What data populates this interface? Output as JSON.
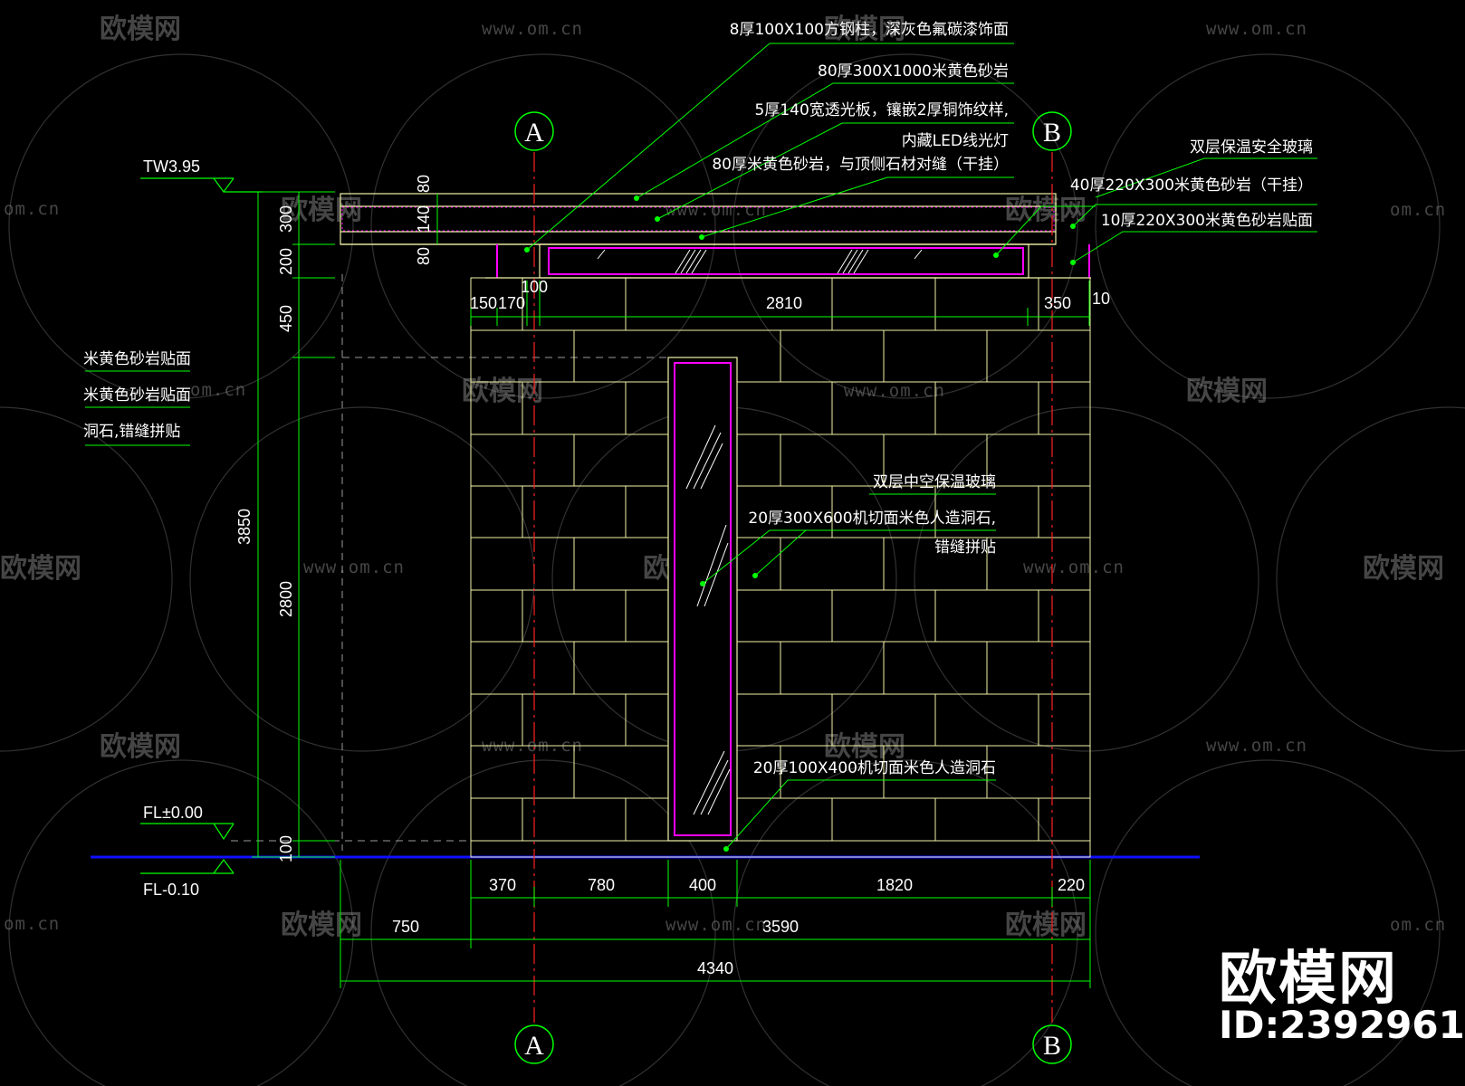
{
  "colors": {
    "background": "#000000",
    "leader": "#00ff00",
    "outline": "#f2f2a8",
    "axis_line": "#ff2020",
    "glass_frame": "#ff00ff",
    "ground": "#1010ff",
    "hatch": "#ffffff",
    "watermark": "#9a9a9a"
  },
  "axes": {
    "left": "A",
    "right": "B"
  },
  "levels": {
    "top": "TW3.95",
    "floor": "FL±0.00",
    "ground": "FL-0.10"
  },
  "annotations_top": [
    "8厚100X100方钢柱，深灰色氟碳漆饰面",
    "80厚300X1000米黄色砂岩",
    "5厚140宽透光板，镶嵌2厚铜饰纹样,",
    "内藏LED线光灯",
    "80厚米黄色砂岩，与顶侧石材对缝（干挂）"
  ],
  "annotations_right": [
    "双层保温安全玻璃",
    "40厚220X300米黄色砂岩（干挂）",
    "10厚220X300米黄色砂岩贴面"
  ],
  "annotations_left": [
    "米黄色砂岩贴面",
    "米黄色砂岩贴面",
    "洞石,错缝拼贴"
  ],
  "annotations_mid": [
    "双层中空保温玻璃",
    "20厚300X600机切面米色人造洞石,",
    "错缝拼贴",
    "20厚100X400机切面米色人造洞石"
  ],
  "dims": {
    "top_row": [
      "150",
      "170",
      "100",
      "2810",
      "350",
      "10"
    ],
    "bottom_row": [
      "370",
      "780",
      "400",
      "1820",
      "220"
    ],
    "bottom_row2": [
      "750",
      "3590"
    ],
    "overall": "4340",
    "left_stack": [
      "300",
      "200",
      "450",
      "2800",
      "100"
    ],
    "left_total": "3850",
    "canopy": [
      "80",
      "140",
      "80"
    ]
  },
  "watermark": {
    "brand": "欧模网",
    "url": "www.om.cn",
    "url_partial": "om.cn",
    "id": "ID:2392961"
  }
}
